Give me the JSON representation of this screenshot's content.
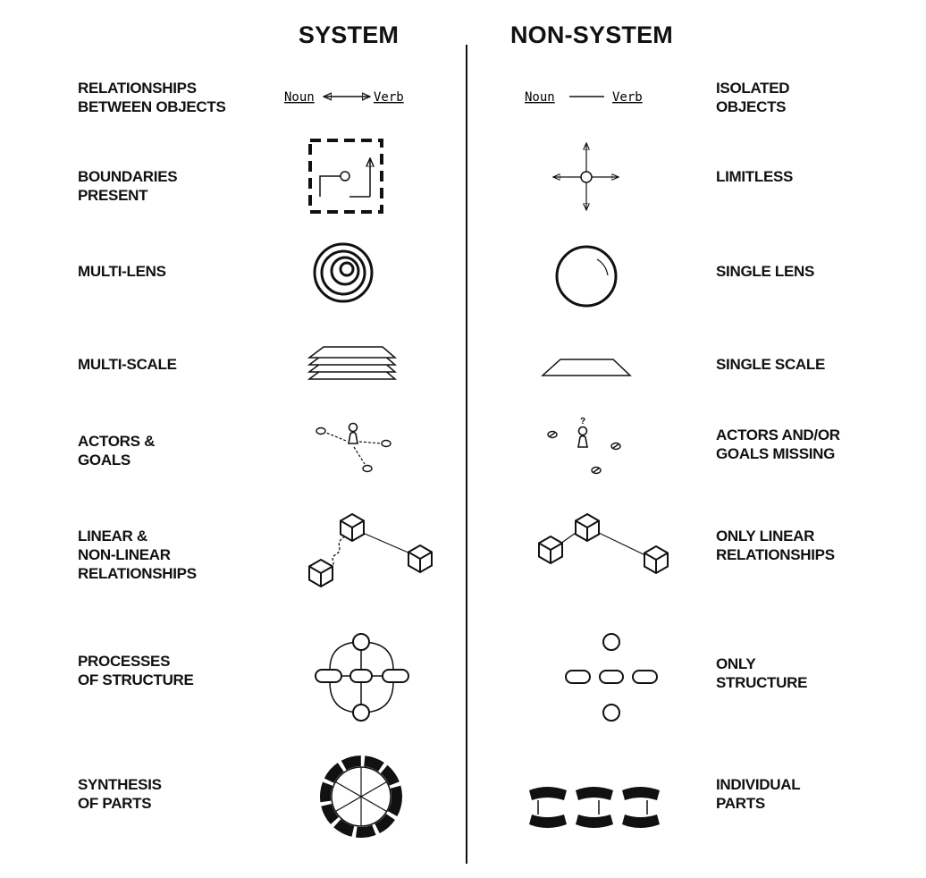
{
  "headers": {
    "system": "SYSTEM",
    "non_system": "NON-SYSTEM"
  },
  "rows": [
    {
      "left": "RELATIONSHIPS\nBETWEEN OBJECTS",
      "right": "ISOLATED\nOBJECTS",
      "system_icon": "noun-verb-arrow-icon",
      "non_system_icon": "noun-verb-line-icon",
      "noun": "Noun",
      "verb": "Verb"
    },
    {
      "left": "BOUNDARIES\nPRESENT",
      "right": "LIMITLESS",
      "system_icon": "dashed-boundary-icon",
      "non_system_icon": "crosshair-arrows-icon"
    },
    {
      "left": "MULTI-LENS",
      "right": "SINGLE LENS",
      "system_icon": "concentric-circles-icon",
      "non_system_icon": "single-circle-icon"
    },
    {
      "left": "MULTI-SCALE",
      "right": "SINGLE SCALE",
      "system_icon": "stacked-layers-icon",
      "non_system_icon": "single-layer-icon"
    },
    {
      "left": "ACTORS &\nGOALS",
      "right": "ACTORS AND/OR\nGOALS MISSING",
      "system_icon": "actor-goals-icon",
      "non_system_icon": "missing-actor-icon",
      "question_mark": "?"
    },
    {
      "left": "LINEAR &\nNON-LINEAR\nRELATIONSHIPS",
      "right": "ONLY LINEAR\nRELATIONSHIPS",
      "system_icon": "cubes-mixed-links-icon",
      "non_system_icon": "cubes-linear-links-icon"
    },
    {
      "left": "PROCESSES\nOF STRUCTURE",
      "right": "ONLY\nSTRUCTURE",
      "system_icon": "connected-nodes-icon",
      "non_system_icon": "disconnected-nodes-icon"
    },
    {
      "left": "SYNTHESIS\nOF PARTS",
      "right": "INDIVIDUAL\nPARTS",
      "system_icon": "assembled-ring-icon",
      "non_system_icon": "separate-segments-icon"
    }
  ]
}
